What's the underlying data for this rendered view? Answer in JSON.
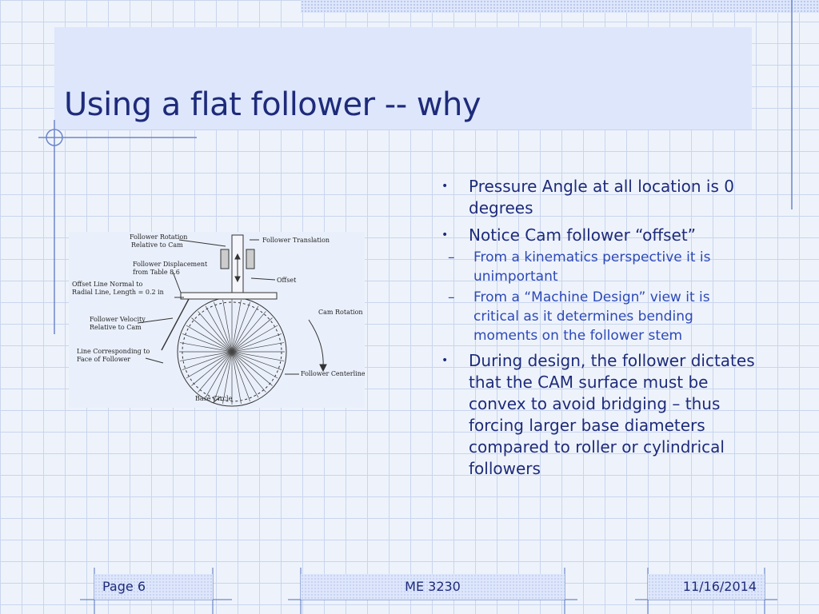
{
  "slide": {
    "title": "Using a flat follower -- why",
    "bullets": [
      {
        "text": "Pressure Angle at all location is 0 degrees",
        "sub": []
      },
      {
        "text": "Notice Cam follower “offset”",
        "sub": [
          "From a kinematics perspective it is unimportant",
          "From a “Machine Design” view it is critical as it determines bending moments on the follower stem"
        ]
      },
      {
        "text": "During design, the follower dictates that the CAM surface must be convex to avoid bridging – thus forcing larger base diameters compared to roller or cylindrical followers",
        "sub": []
      }
    ],
    "figure": {
      "labels": {
        "follower_rotation": "Follower Rotation",
        "relative_to_cam": "Relative to Cam",
        "follower_displacement": "Follower Displacement",
        "from_table": "from Table 8.6",
        "offset_line_1": "Offset Line Normal to",
        "offset_line_2": "Radial Line, Length = 0.2 in",
        "follower_velocity": "Follower Velocity",
        "relative_to_cam_2": "Relative to Cam",
        "line_corr_1": "Line Corresponding to",
        "line_corr_2": "Face of Follower",
        "follower_translation": "Follower Translation",
        "offset": "Offset",
        "cam_rotation": "Cam Rotation",
        "follower_centerline": "Follower Centerline",
        "base_circle": "Base Circle"
      }
    }
  },
  "footer": {
    "page": "Page 6",
    "course": "ME 3230",
    "date": "11/16/2014"
  },
  "colors": {
    "title": "#1e2b7a",
    "body": "#1e2b7a",
    "sub": "#2d49b8",
    "grid": "#c9d5ee",
    "panel": "#dde6fb"
  }
}
